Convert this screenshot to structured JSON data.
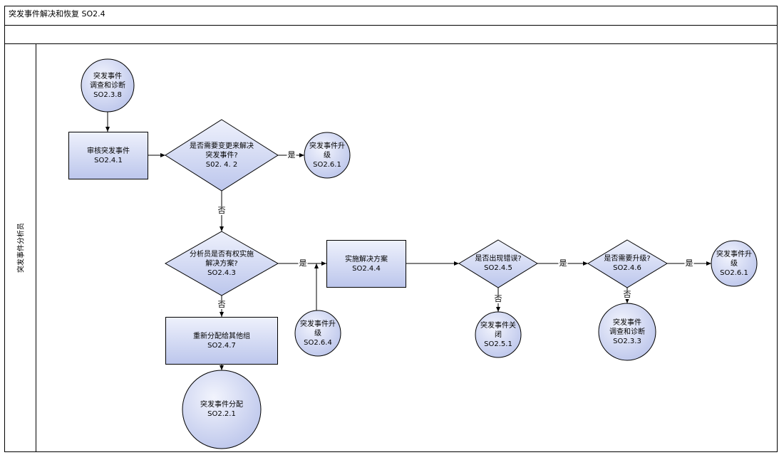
{
  "title": "突发事件解决和恢复 SO2.4",
  "lane": "突发事件分析员",
  "nodes": {
    "n_start": [
      "突发事件",
      "调查和诊断",
      "SO2.3.8"
    ],
    "n_review": [
      "审核突发事件",
      "SO2.4.1"
    ],
    "n_d1": [
      "是否需要变更来解决",
      "突发事件?",
      "S02. 4. 2"
    ],
    "n_esc1": [
      "突发事件升",
      "级",
      "SO2.6.1"
    ],
    "n_d2": [
      "分析员是否有权实施",
      "解决方案?",
      "SO2.4.3"
    ],
    "n_impl": [
      "实施解决方案",
      "SO2.4.4"
    ],
    "n_d3": [
      "是否出现错误?",
      "SO2.4.5"
    ],
    "n_d4": [
      "是否需要升级?",
      "SO2.4.6"
    ],
    "n_esc3": [
      "突发事件升",
      "级",
      "SO2.6.1"
    ],
    "n_reassign": [
      "重新分配给其他组",
      "SO2.4.7"
    ],
    "n_esc2": [
      "突发事件升",
      "级",
      "SO2.6.4"
    ],
    "n_close": [
      "突发事件关",
      "闭",
      "SO2.5.1"
    ],
    "n_diag2": [
      "突发事件",
      "调查和诊断",
      "SO2.3.3"
    ],
    "n_assign": [
      "突发事件分配",
      "SO2.2.1"
    ]
  },
  "edge_labels": {
    "yes1": "是",
    "no1": "否",
    "yes2": "是",
    "no2": "否",
    "no3": "否",
    "yes3": "是",
    "no4": "否",
    "yes4": "是"
  }
}
